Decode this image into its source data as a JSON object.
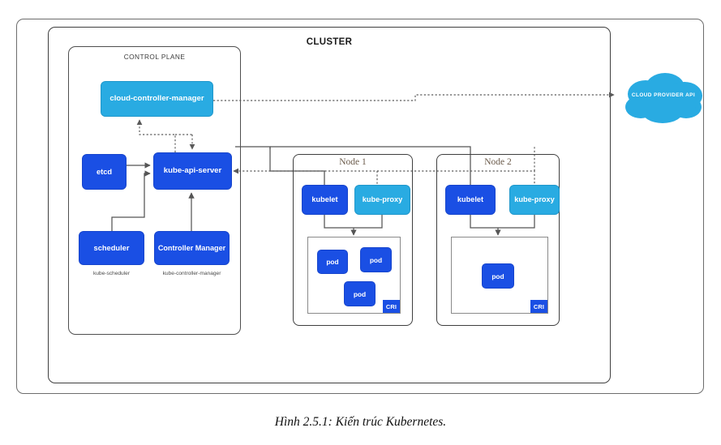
{
  "figure": {
    "caption": "Hình 2.5.1: Kiến trúc Kubernetes."
  },
  "diagram": {
    "type": "architecture-diagram",
    "cluster": {
      "title": "CLUSTER",
      "control_plane": {
        "title": "CONTROL PLANE",
        "components": [
          {
            "id": "cloud-controller-manager",
            "label": "cloud-controller-manager",
            "color": "#29abe2"
          },
          {
            "id": "kube-api-server",
            "label": "kube-api-server",
            "color": "#1a4fe4"
          },
          {
            "id": "etcd",
            "label": "etcd",
            "color": "#1a4fe4"
          },
          {
            "id": "scheduler",
            "label": "scheduler",
            "color": "#1a4fe4",
            "caption": "kube-scheduler"
          },
          {
            "id": "controller-manager",
            "label": "Controller Manager",
            "color": "#1a4fe4",
            "caption": "kube-controller-manager"
          }
        ]
      },
      "nodes": [
        {
          "id": "node-1",
          "title": "Node 1",
          "kubelet_label": "kubelet",
          "kube_proxy_label": "kube-proxy",
          "runtime_label": "CRI",
          "pods": [
            {
              "label": "pod"
            },
            {
              "label": "pod"
            },
            {
              "label": "pod"
            }
          ]
        },
        {
          "id": "node-2",
          "title": "Node 2",
          "kubelet_label": "kubelet",
          "kube_proxy_label": "kube-proxy",
          "runtime_label": "CRI",
          "pods": [
            {
              "label": "pod"
            }
          ]
        }
      ]
    },
    "external": {
      "cloud_provider": {
        "label": "CLOUD PROVIDER API",
        "color": "#29abe2"
      }
    },
    "colors": {
      "dark_blue": "#1a4fe4",
      "light_blue": "#29abe2",
      "frame_stroke": "#3f3f3f",
      "connector_solid": "#555555",
      "connector_dashed": "#6e6e6e",
      "node_title_text": "#6b5b4b"
    }
  }
}
